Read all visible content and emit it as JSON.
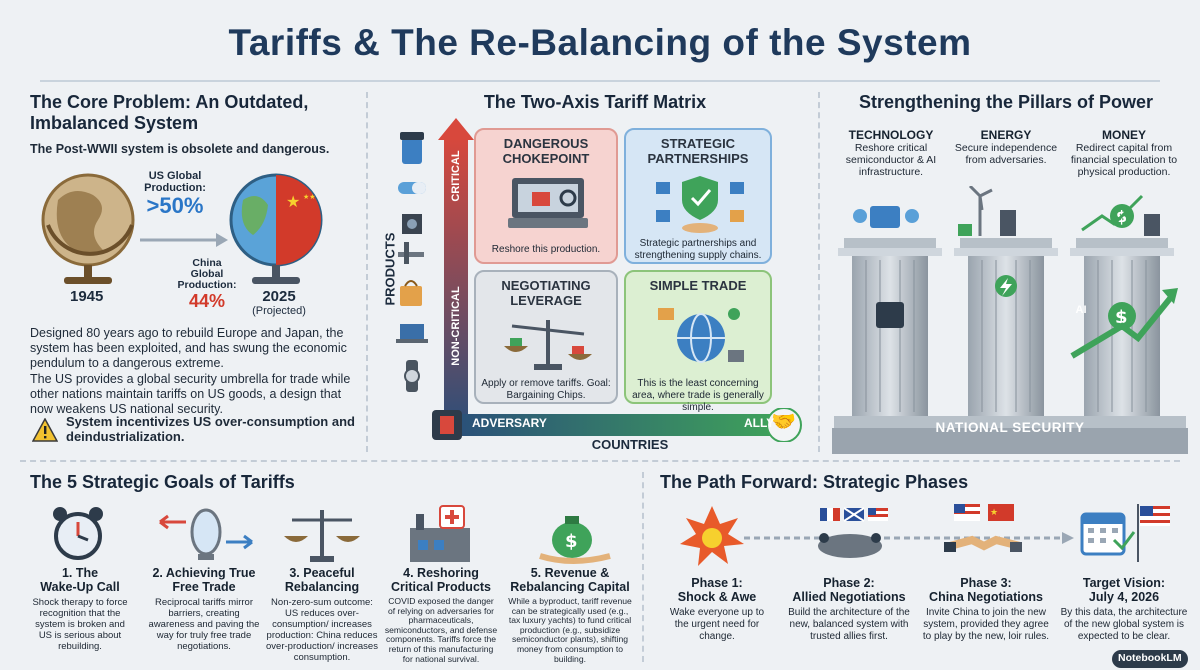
{
  "title": "Tariffs & The Re-Balancing of the System",
  "core": {
    "heading_line1": "The Core Problem: An Outdated,",
    "heading_line2": "Imbalanced System",
    "subtitle": "The Post-WWII system is obsolete and dangerous.",
    "us_label_line1": "US Global",
    "us_label_line2": "Production:",
    "us_value": ">50%",
    "china_label_line1": "China",
    "china_label_line2": "Global",
    "china_label_line3": "Production:",
    "china_value": "44%",
    "year_left": "1945",
    "year_right": "2025",
    "year_right_note": "(Projected)",
    "para1": "Designed 80 years ago to rebuild Europe and Japan, the system has been exploited, and has swung the economic pendulum to a dangerous extreme.",
    "para2": "The US provides a global security umbrella for trade while other nations maintain tariffs on US goods, a design that now weakens US national security.",
    "warning": "System incentivizes US over-consumption and deindustrialization."
  },
  "matrix": {
    "heading": "The Two-Axis Tariff Matrix",
    "y_axis": "PRODUCTS",
    "y_top": "CRITICAL",
    "y_bottom": "NON-CRITICAL",
    "x_axis": "COUNTRIES",
    "x_left": "ADVERSARY",
    "x_right": "ALLY",
    "quadrants": [
      {
        "title_line1": "DANGEROUS",
        "title_line2": "CHOKEPOINT",
        "caption": "Reshore this production."
      },
      {
        "title_line1": "STRATEGIC",
        "title_line2": "PARTNERSHIPS",
        "caption": "Strategic partnerships and strengthening supply chains."
      },
      {
        "title_line1": "NEGOTIATING",
        "title_line2": "LEVERAGE",
        "caption": "Apply or remove tariffs. Goal: Bargaining Chips."
      },
      {
        "title_line1": "SIMPLE TRADE",
        "title_line2": "",
        "caption": "This is the least concerning area, where trade is generally simple."
      }
    ]
  },
  "pillars": {
    "heading": "Strengthening the Pillars of Power",
    "items": [
      {
        "label": "TECHNOLOGY",
        "caption": "Reshore critical semiconductor & AI infrastructure."
      },
      {
        "label": "ENERGY",
        "caption": "Secure independence from adversaries."
      },
      {
        "label": "MONEY",
        "caption": "Redirect capital from financial speculation to physical production."
      }
    ],
    "base_label": "NATIONAL SECURITY",
    "ai_chip": "AI"
  },
  "goals": {
    "heading": "The 5 Strategic Goals of Tariffs",
    "items": [
      {
        "title_line1": "1. The",
        "title_line2": "Wake-Up Call",
        "desc": "Shock therapy to force recognition that the system is broken and US is serious about rebuilding."
      },
      {
        "title_line1": "2. Achieving True",
        "title_line2": "Free Trade",
        "desc": "Reciprocal tariffs mirror barriers, creating awareness and paving the way for truly free trade negotiations."
      },
      {
        "title_line1": "3. Peaceful",
        "title_line2": "Rebalancing",
        "desc": "Non-zero-sum outcome: US reduces over-consumption/ increases production: China reduces over-production/ increases consumption."
      },
      {
        "title_line1": "4. Reshoring",
        "title_line2": "Critical Products",
        "desc": "COVID exposed the danger of relying on adversaries for pharmaceuticals, semiconductors, and defense components. Tariffs force the return of this manufacturing for national survival."
      },
      {
        "title_line1": "5. Revenue &",
        "title_line2": "Rebalancing Capital",
        "desc": "While a byproduct, tariff revenue can be strategically used (e.g., tax luxury yachts) to fund critical production (e.g., subsidize semiconductor plants), shifting money from consumption to building."
      }
    ]
  },
  "phases": {
    "heading": "The Path Forward: Strategic Phases",
    "items": [
      {
        "title_line1": "Phase 1:",
        "title_line2": "Shock & Awe",
        "desc": "Wake everyone up to the urgent need for change."
      },
      {
        "title_line1": "Phase 2:",
        "title_line2": "Allied Negotiations",
        "desc": "Build the architecture of the new, balanced system with trusted allies first."
      },
      {
        "title_line1": "Phase 3:",
        "title_line2": "China Negotiations",
        "desc": "Invite China to join the new system, provided they agree to play by the new, loir rules."
      },
      {
        "title_line1": "Target Vision:",
        "title_line2": "July 4, 2026",
        "desc": "By this data, the architecture of the new global system is expected to be clear."
      }
    ]
  },
  "watermark": "NotebookLM",
  "colors": {
    "title": "#1f3a5c",
    "accent_blue": "#2a76c7",
    "china_red": "#d23a2a",
    "critical_red": "#d8483c",
    "ally_green": "#3fa35a",
    "quad_red": "#f6d3d0",
    "quad_blue": "#d6e6f5",
    "quad_gray": "#e3e6ea",
    "quad_green": "#dcefd2"
  }
}
